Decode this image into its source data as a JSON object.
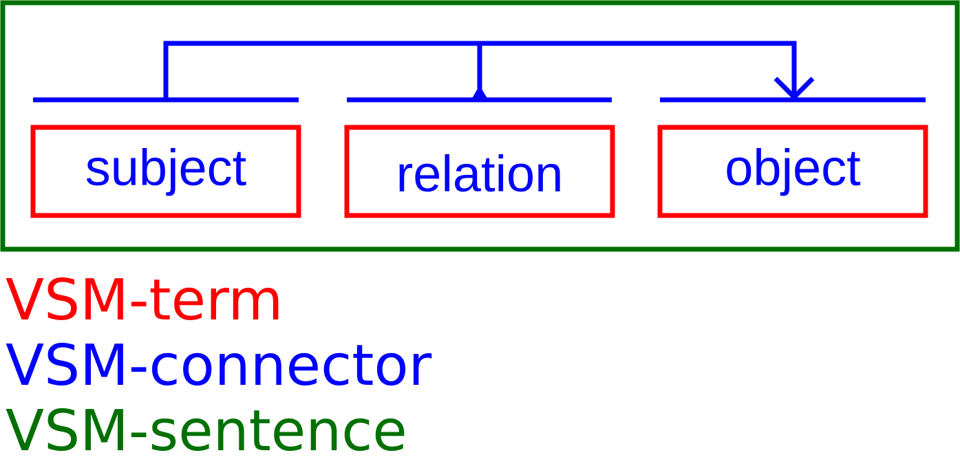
{
  "colors": {
    "term": "#ff0000",
    "connector": "#0000ff",
    "sentence": "#007000"
  },
  "terms": {
    "subject": "subject",
    "relation": "relation",
    "object": "object"
  },
  "legend": {
    "term": "VSM-term",
    "connector": "VSM-connector",
    "sentence": "VSM-sentence"
  }
}
